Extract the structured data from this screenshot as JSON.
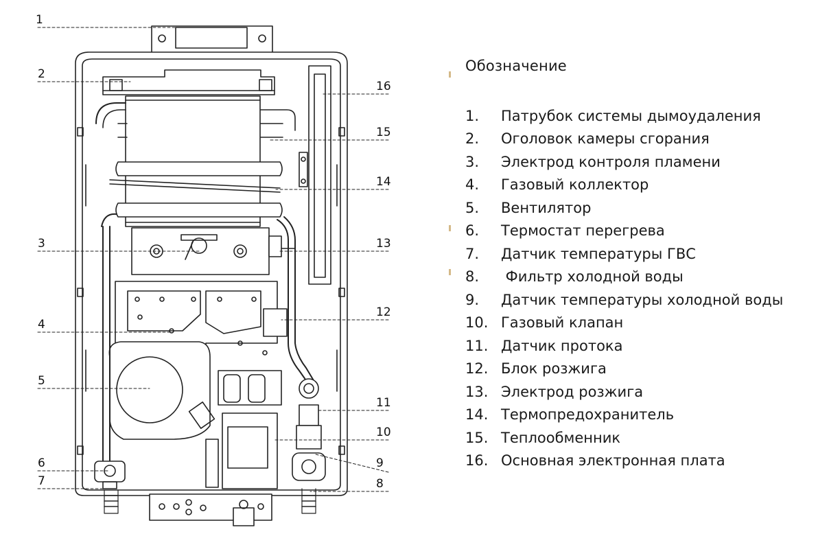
{
  "legend": {
    "title": "Обозначение",
    "items": [
      {
        "num": "1.",
        "label": "Патрубок системы дымоудаления"
      },
      {
        "num": "2.",
        "label": "Оголовок камеры сгорания"
      },
      {
        "num": "3.",
        "label": "Электрод контроля пламени"
      },
      {
        "num": "4.",
        "label": "Газовый коллектор"
      },
      {
        "num": "5.",
        "label": "Вентилятор"
      },
      {
        "num": "6.",
        "label": "Термостат перегрева"
      },
      {
        "num": "7.",
        "label": "Датчик температуры ГВС"
      },
      {
        "num": "8.",
        "label": " Фильтр холодной воды"
      },
      {
        "num": "9.",
        "label": "Датчик температуры холодной воды"
      },
      {
        "num": "10.",
        "label": "Газовый клапан"
      },
      {
        "num": "11.",
        "label": "Датчик протока"
      },
      {
        "num": "12.",
        "label": "Блок розжига"
      },
      {
        "num": "13.",
        "label": "Электрод розжига"
      },
      {
        "num": "14.",
        "label": "Термопредохранитель"
      },
      {
        "num": "15.",
        "label": "Теплообменник"
      },
      {
        "num": "16.",
        "label": "Основная электронная плата"
      }
    ]
  },
  "callouts": {
    "c1": "1",
    "c2": "2",
    "c3": "3",
    "c4": "4",
    "c5": "5",
    "c6": "6",
    "c7": "7",
    "c8": "8",
    "c9": "9",
    "c10": "10",
    "c11": "11",
    "c12": "12",
    "c13": "13",
    "c14": "14",
    "c15": "15",
    "c16": "16"
  }
}
